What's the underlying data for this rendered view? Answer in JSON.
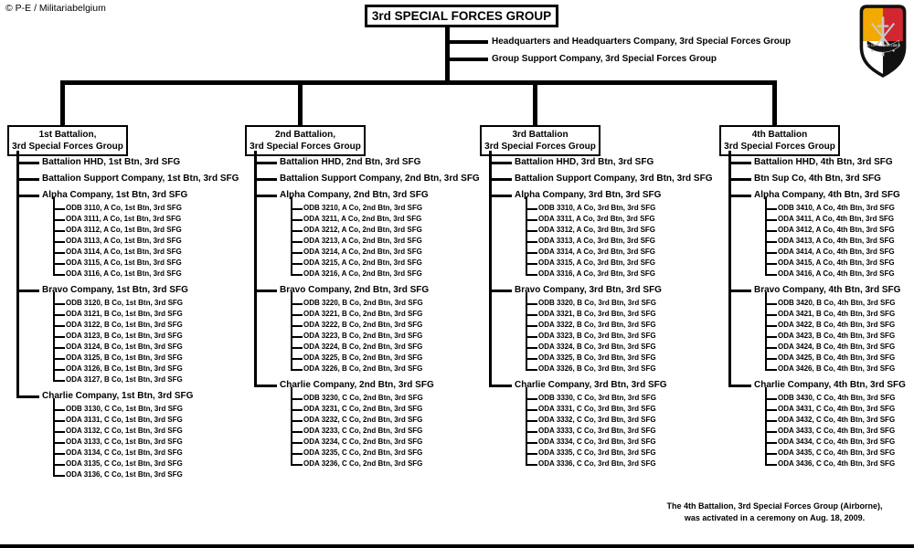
{
  "credit": "© P-E / Militariabelgium",
  "title": "3rd SPECIAL FORCES GROUP",
  "group_units": [
    "Headquarters and Headquarters Company,  3rd Special Forces Group",
    "Group Support Company,  3rd Special Forces Group"
  ],
  "insignia": {
    "name": "3rd Special Forces Group beret flash with Special Forces crest",
    "motto": "DE OPPRESSO LIBER",
    "colors": {
      "top_left": "#F2A900",
      "top_right": "#D22630",
      "bottom_left": "#FFFFFF",
      "bottom_right": "#111111",
      "border": "#111111",
      "crest_silver": "#C9C9C9"
    }
  },
  "battalions": [
    {
      "box_line1": "1st Battalion,",
      "box_line2": "3rd Special Forces Group",
      "hhd": "Battalion HHD,  1st Btn, 3rd SFG",
      "support": "Battalion  Support Company, 1st Btn,  3rd SFG",
      "companies": [
        {
          "name": "Alpha Company, 1st Btn,  3rd SFG",
          "teams": [
            "ODB 3110, A Co, 1st Btn,  3rd SFG",
            "ODA 3111, A Co, 1st Btn,  3rd SFG",
            "ODA 3112, A Co, 1st Btn,  3rd SFG",
            "ODA 3113, A Co, 1st Btn,  3rd SFG",
            "ODA 3114, A Co, 1st Btn,  3rd SFG",
            "ODA 3115, A Co, 1st Btn,  3rd SFG",
            "ODA 3116, A Co, 1st Btn,  3rd SFG"
          ]
        },
        {
          "name": "Bravo Company, 1st Btn,  3rd SFG",
          "teams": [
            "ODB 3120, B Co, 1st Btn,  3rd SFG",
            "ODA 3121, B Co, 1st Btn,  3rd SFG",
            "ODA 3122, B Co, 1st Btn,  3rd SFG",
            "ODA 3123, B Co, 1st Btn,  3rd SFG",
            "ODA 3124, B Co, 1st Btn,  3rd SFG",
            "ODA 3125, B Co, 1st Btn,  3rd SFG",
            "ODA 3126, B Co, 1st Btn,  3rd SFG",
            "ODA 3127, B Co, 1st Btn,  3rd SFG"
          ]
        },
        {
          "name": "Charlie Company, 1st Btn,  3rd SFG",
          "teams": [
            "ODB 3130, C Co, 1st Btn,  3rd SFG",
            "ODA 3131, C Co, 1st Btn,  3rd SFG",
            "ODA 3132, C Co, 1st Btn,  3rd SFG",
            "ODA 3133, C Co, 1st Btn,  3rd SFG",
            "ODA 3134, C Co, 1st Btn,  3rd SFG",
            "ODA 3135, C Co, 1st Btn,  3rd SFG",
            "ODA 3136, C Co, 1st Btn,  3rd SFG"
          ]
        }
      ]
    },
    {
      "box_line1": "2nd Battalion,",
      "box_line2": "3rd Special Forces Group",
      "hhd": "Battalion HHD,  2nd Btn, 3rd SFG",
      "support": "Battalion  Support Company, 2nd Btn,  3rd SFG",
      "companies": [
        {
          "name": "Alpha Company, 2nd Btn,  3rd SFG",
          "teams": [
            "ODB 3210, A Co, 2nd Btn,  3rd SFG",
            "ODA 3211, A Co, 2nd Btn,  3rd SFG",
            "ODA 3212, A Co, 2nd Btn,  3rd SFG",
            "ODA 3213, A Co, 2nd Btn,  3rd SFG",
            "ODA 3214, A Co, 2nd Btn,  3rd SFG",
            "ODA 3215, A Co, 2nd Btn,  3rd SFG",
            "ODA 3216, A Co, 2nd Btn,  3rd SFG"
          ]
        },
        {
          "name": "Bravo Company, 2nd Btn,  3rd SFG",
          "teams": [
            "ODB 3220, B Co, 2nd Btn,  3rd SFG",
            "ODA 3221, B Co, 2nd Btn,  3rd SFG",
            "ODA 3222, B Co, 2nd Btn,  3rd SFG",
            "ODA 3223, B Co, 2nd Btn,  3rd SFG",
            "ODA 3224, B Co, 2nd Btn,  3rd SFG",
            "ODA 3225, B Co, 2nd Btn,  3rd SFG",
            "ODA 3226, B Co, 2nd Btn,  3rd SFG"
          ]
        },
        {
          "name": "Charlie Company, 2nd Btn, 3rd SFG",
          "teams": [
            "ODB 3230, C Co, 2nd Btn,  3rd SFG",
            "ODA 3231, C Co, 2nd Btn,  3rd SFG",
            "ODA 3232, C Co, 2nd Btn,  3rd SFG",
            "ODA 3233, C Co, 2nd Btn,  3rd SFG",
            "ODA 3234, C Co, 2nd Btn,  3rd SFG",
            "ODA 3235, C Co, 2nd Btn,  3rd SFG",
            "ODA 3236, C Co, 2nd Btn,  3rd SFG"
          ]
        }
      ]
    },
    {
      "box_line1": "3rd Battalion",
      "box_line2": "3rd Special Forces Group",
      "hhd": "Battalion HHD,  3rd Btn, 3rd SFG",
      "support": "Battalion  Support Company, 3rd Btn,  3rd SFG",
      "companies": [
        {
          "name": "Alpha Company, 3rd Btn,  3rd SFG",
          "teams": [
            "ODB 3310, A Co, 3rd Btn,  3rd SFG",
            "ODA 3311, A Co, 3rd Btn,  3rd SFG",
            "ODA 3312, A Co, 3rd Btn,  3rd SFG",
            "ODA 3313, A Co, 3rd Btn,  3rd SFG",
            "ODA 3314, A Co, 3rd Btn,  3rd SFG",
            "ODA 3315, A Co, 3rd Btn,  3rd SFG",
            "ODA 3316, A Co, 3rd Btn,  3rd SFG"
          ]
        },
        {
          "name": "Bravo Company, 3rd Btn,  3rd SFG",
          "teams": [
            "ODB 3320, B Co, 3rd Btn,  3rd SFG",
            "ODA 3321, B Co, 3rd Btn,  3rd SFG",
            "ODA 3322, B Co, 3rd Btn,  3rd SFG",
            "ODA 3323, B Co, 3rd Btn,  3rd SFG",
            "ODA 3324, B Co, 3rd Btn,  3rd SFG",
            "ODA 3325, B Co, 3rd Btn,  3rd SFG",
            "ODA 3326, B Co, 3rd Btn,  3rd SFG"
          ]
        },
        {
          "name": "Charlie Company, 3rd Btn,  3rd SFG",
          "teams": [
            "ODB 3330, C Co, 3rd Btn,  3rd SFG",
            "ODA 3331, C Co, 3rd Btn,  3rd SFG",
            "ODA 3332, C Co, 3rd Btn,  3rd SFG",
            "ODA 3333, C Co, 3rd Btn,  3rd SFG",
            "ODA 3334, C Co, 3rd Btn,  3rd SFG",
            "ODA 3335, C Co, 3rd Btn,  3rd SFG",
            "ODA 3336, C Co, 3rd Btn,  3rd SFG"
          ]
        }
      ]
    },
    {
      "box_line1": "4th Battalion",
      "box_line2": "3rd Special Forces Group",
      "hhd": "Battalion HHD,  4th Btn, 3rd SFG",
      "support": "Btn  Sup Co, 4th Btn,  3rd SFG",
      "companies": [
        {
          "name": "Alpha Company, 4th Btn,  3rd SFG",
          "teams": [
            "ODB 3410, A Co, 4th Btn,  3rd SFG",
            "ODA 3411, A Co, 4th Btn,  3rd SFG",
            "ODA 3412, A Co, 4th Btn,  3rd SFG",
            "ODA 3413, A Co, 4th Btn,  3rd SFG",
            "ODA 3414, A Co, 4th Btn,  3rd SFG",
            "ODA 3415, A Co, 4th Btn,  3rd SFG",
            "ODA 3416, A Co, 4th Btn,  3rd SFG"
          ]
        },
        {
          "name": "Bravo Company, 4th Btn,  3rd SFG",
          "teams": [
            "ODB 3420, B Co, 4th Btn,  3rd SFG",
            "ODA 3421, B Co, 4th Btn,  3rd SFG",
            "ODA 3422, B Co, 4th Btn,  3rd SFG",
            "ODA 3423, B Co, 4th Btn,  3rd SFG",
            "ODA 3424, B Co, 4th Btn,  3rd SFG",
            "ODA 3425, B Co, 4th Btn,  3rd SFG",
            "ODA 3426, B Co, 4th Btn,  3rd SFG"
          ]
        },
        {
          "name": "Charlie Company, 4th Btn,  3rd SFG",
          "teams": [
            "ODB 3430, C Co, 4th Btn,  3rd SFG",
            "ODA 3431, C Co, 4th Btn,  3rd SFG",
            "ODA 3432, C Co, 4th Btn,  3rd SFG",
            "ODA 3433, C Co, 4th Btn,  3rd SFG",
            "ODA 3434, C Co, 4th Btn,  3rd SFG",
            "ODA 3435, C Co, 4th Btn,  3rd SFG",
            "ODA 3436, C Co, 4th Btn,  3rd SFG"
          ]
        }
      ]
    }
  ],
  "footnote": {
    "line1": "The 4th Battalion, 3rd Special Forces Group (Airborne),",
    "line2": "was activated in a ceremony on Aug. 18, 2009."
  }
}
